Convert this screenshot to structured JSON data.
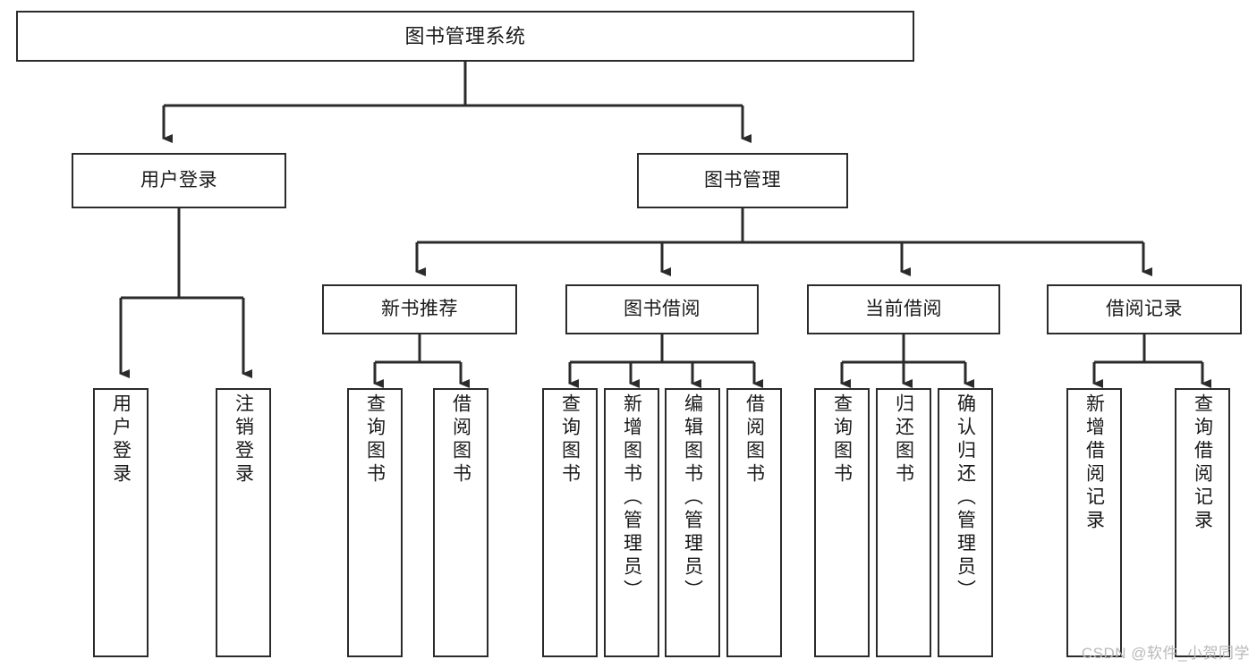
{
  "diagram": {
    "type": "tree",
    "title": "图书管理系统",
    "root": {
      "label": "图书管理系统"
    },
    "level2": [
      {
        "label": "用户登录"
      },
      {
        "label": "图书管理"
      }
    ],
    "level3": [
      {
        "label": "新书推荐"
      },
      {
        "label": "图书借阅"
      },
      {
        "label": "当前借阅"
      },
      {
        "label": "借阅记录"
      }
    ],
    "leaves": {
      "user_login": [
        {
          "label": "用户登录"
        },
        {
          "label": "注销登录"
        }
      ],
      "new_book_recommend": [
        {
          "label": "查询图书"
        },
        {
          "label": "借阅图书"
        }
      ],
      "book_borrow": [
        {
          "label": "查询图书"
        },
        {
          "label": "新增图书（管理员）"
        },
        {
          "label": "编辑图书（管理员）"
        },
        {
          "label": "借阅图书"
        }
      ],
      "current_borrow": [
        {
          "label": "查询图书"
        },
        {
          "label": "归还图书"
        },
        {
          "label": "确认归还（管理员）"
        }
      ],
      "borrow_records": [
        {
          "label": "新增借阅记录"
        },
        {
          "label": "查询借阅记录"
        }
      ]
    },
    "colors": {
      "line": "#2b2b2b",
      "box_border": "#2b2b2b",
      "box_fill": "#ffffff",
      "text": "#1a1a1a",
      "watermark": "#b9b9b9"
    }
  },
  "watermark": {
    "text": "CSDN @软件_小贺同学"
  }
}
